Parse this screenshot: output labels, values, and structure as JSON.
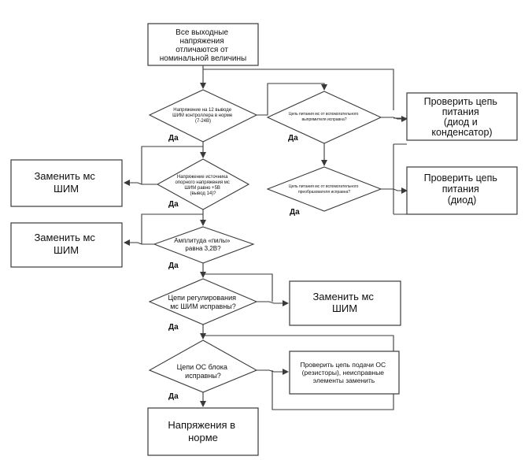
{
  "nodes": {
    "start": [
      "Все выходные",
      "напряжения",
      "отличаются от",
      "номинальной величины"
    ],
    "q_pwm12": [
      "Напряжение на 12 выводе",
      "ШИМ контроллера в норме",
      "(7-24В)"
    ],
    "q_aux": [
      "Цепь питания мс от вспомогательного",
      "выпрямителя исправна?"
    ],
    "q_conv": [
      "Цепь питания мс от вспомогательного",
      "преобразователя исправна?"
    ],
    "q_ref": [
      "Напряжение источника",
      "опорного напряжения мс",
      "ШИМ равно +5В",
      "(вывод 14)?"
    ],
    "q_saw": [
      "Амплитуда «пилы»",
      "равна 3,2В?"
    ],
    "q_reg": [
      "Цепи регулирования",
      "мс ШИМ исправны?"
    ],
    "q_fb": [
      "Цепи ОС блока",
      "исправны?"
    ],
    "box_check_diode_cap": [
      "Проверить цепь",
      "питания",
      "(диод и",
      "конденсатор)"
    ],
    "box_check_diode": [
      "Проверить цепь",
      "питания",
      "(диод)"
    ],
    "box_replace_1": [
      "Заменить мс",
      "ШИМ"
    ],
    "box_replace_2": [
      "Заменить мс",
      "ШИМ"
    ],
    "box_replace_3": [
      "Заменить мс",
      "ШИМ"
    ],
    "box_check_fb": [
      "Проверить цепь подачи ОС",
      "(резисторы), неисправные",
      "элементы заменить"
    ],
    "end": [
      "Напряжения в",
      "норме"
    ]
  },
  "yes_label": "Да",
  "colors": {
    "stroke": "#3a3a3a",
    "text": "#111111",
    "background": "#ffffff"
  }
}
